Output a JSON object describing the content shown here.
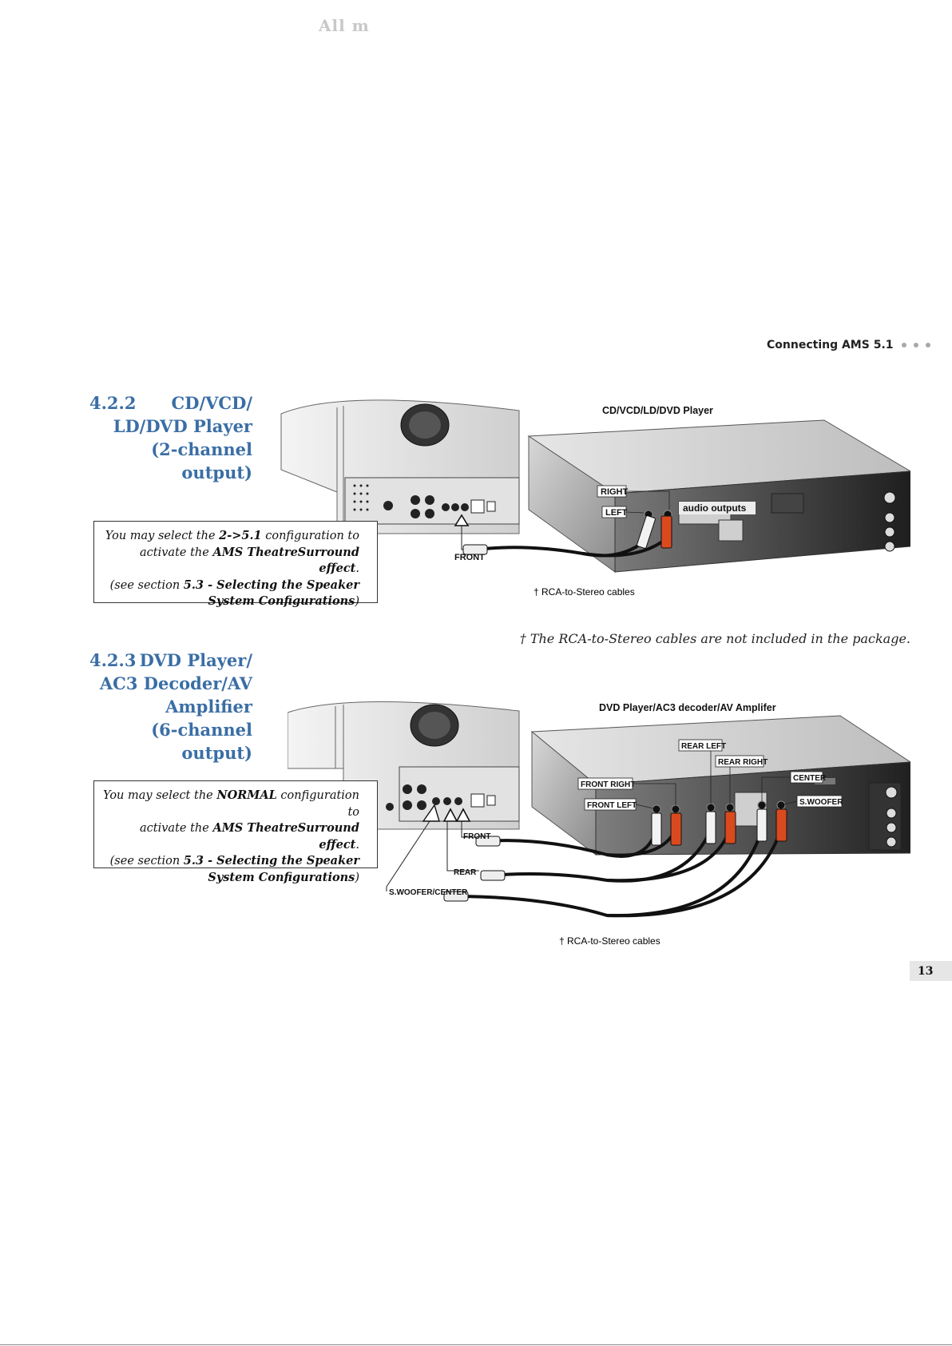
{
  "watermark": "All m",
  "header": {
    "title": "Connecting AMS 5.1"
  },
  "section1": {
    "number": "4.2.2",
    "title_line1": "CD/VCD/",
    "title_line2": "LD/DVD Player",
    "title_line3": "(2-channel output)",
    "note": {
      "t1": "You may select the ",
      "b1": "2->5.1",
      "t2": " configuration to",
      "t3": "activate the ",
      "b2": "AMS TheatreSurround effect",
      "t4": ".",
      "t5": "(see section ",
      "b3": "5.3 - Selecting the Speaker",
      "b4": "System Configurations",
      "t6": ")"
    },
    "diagram": {
      "device_title": "CD/VCD/LD/DVD Player",
      "right": "RIGHT",
      "left": "LEFT",
      "outputs": "audio outputs",
      "front": "FRONT",
      "cables": "† RCA-to-Stereo cables"
    }
  },
  "footnote": "† The RCA-to-Stereo cables are not included in the package.",
  "section2": {
    "number": "4.2.3",
    "title_line1": "DVD Player/",
    "title_line2": "AC3 Decoder/AV",
    "title_line3": "Amplifier",
    "title_line4": "(6-channel output)",
    "note": {
      "t1": "You may select the ",
      "b1": "NORMAL",
      "t2": " configuration to",
      "t3": "activate the ",
      "b2": "AMS TheatreSurround effect",
      "t4": ".",
      "t5": "(see section ",
      "b3": "5.3 - Selecting the Speaker",
      "b4": "System Configurations",
      "t6": ")"
    },
    "diagram": {
      "device_title": "DVD Player/AC3 decoder/AV Amplifer",
      "rear_left": "REAR LEFT",
      "rear_right": "REAR RIGHT",
      "center": "CENTER",
      "front_right": "FRONT RIGHT",
      "front_left": "FRONT LEFT",
      "swoofer": "S.WOOFER",
      "front": "FRONT",
      "rear": "REAR",
      "sw_center": "S.WOOFER/CENTER",
      "cables": "† RCA-to-Stereo cables"
    }
  },
  "page_number": "13"
}
